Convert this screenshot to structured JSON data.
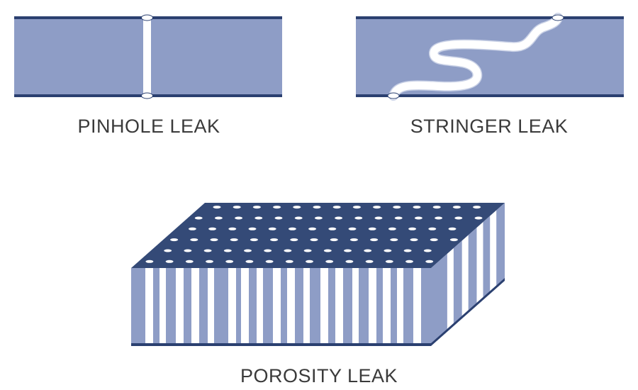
{
  "labels": {
    "pinhole": "PINHOLE LEAK",
    "stringer": "STRINGER LEAK",
    "porosity": "POROSITY LEAK"
  },
  "colors": {
    "fill": "#8e9dc6",
    "edge": "#2b4070",
    "top_face": "#344a77",
    "side_face": "#8e9dc6",
    "channel": "#ffffff",
    "text": "#3a3a3a"
  }
}
